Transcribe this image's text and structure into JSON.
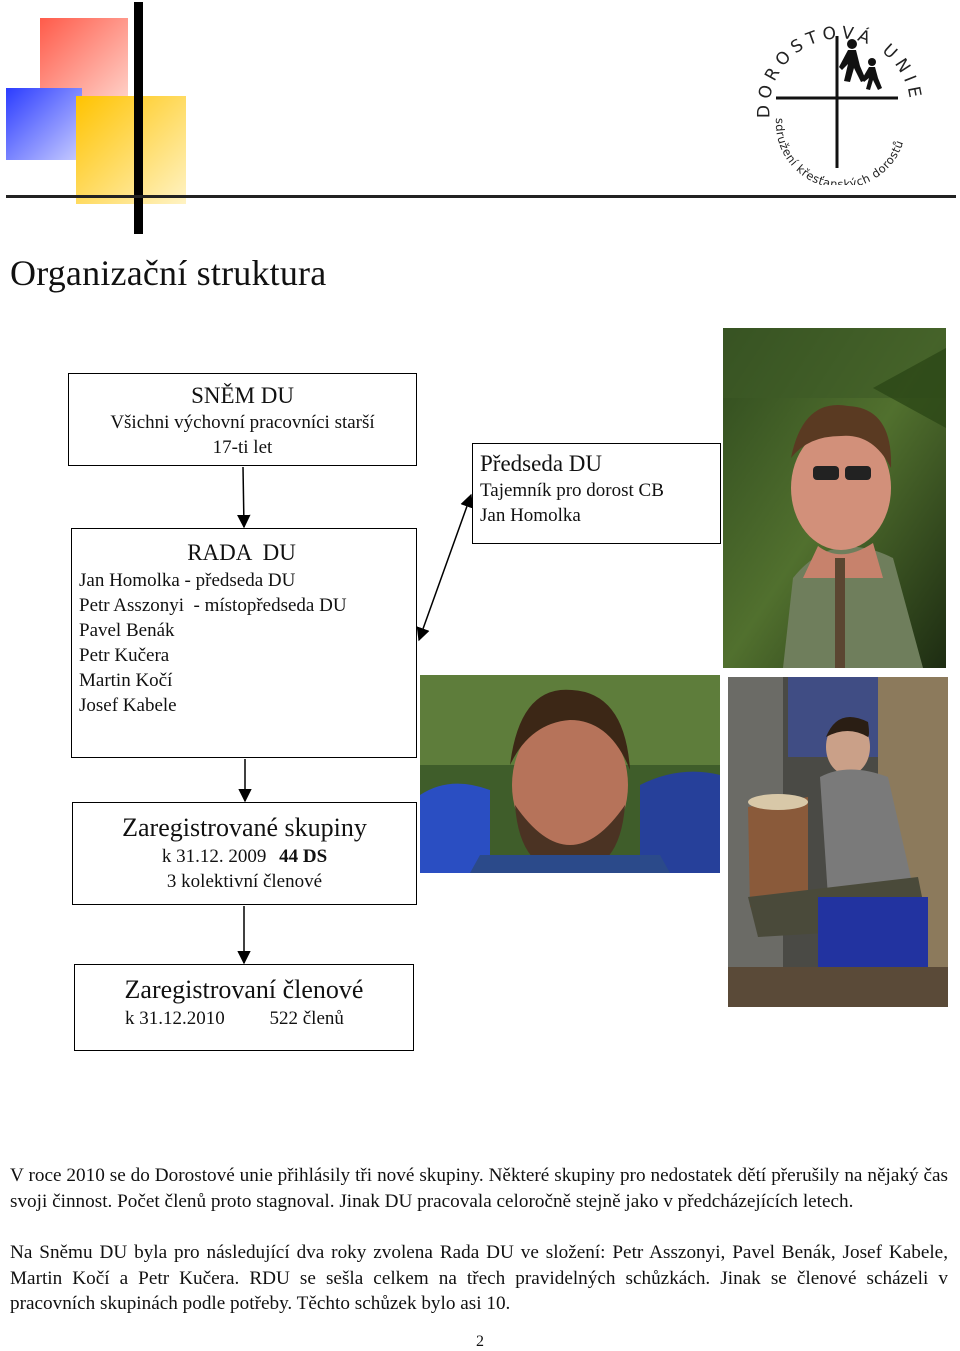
{
  "logo": {
    "text_top": "DOROSTOVÁ UNIE",
    "text_bottom": "sdružení křesťanských dorostů"
  },
  "page_title": "Organizační struktura",
  "org": {
    "snem": {
      "title": "SNĚM DU",
      "lines": [
        "Všichni výchovní pracovníci starší",
        "17-ti let"
      ]
    },
    "predseda": {
      "title": "Předseda DU",
      "lines": [
        "Tajemník pro dorost CB",
        "Jan Homolka"
      ]
    },
    "rada": {
      "title": "RADA  DU",
      "lines": [
        "Jan Homolka - předseda DU",
        "Petr Asszonyi  - místopředseda DU",
        "Pavel Benák",
        "Petr Kučera",
        "Martin Kočí",
        "Josef Kabele"
      ]
    },
    "skupiny": {
      "title": "Zaregistrované skupiny",
      "line1_date": "k 31.12. 2009",
      "line1_count": "44 DS",
      "line2": "3 kolektivní členové"
    },
    "clenove": {
      "title": "Zaregistrovaní členové",
      "date": "k 31.12.2010",
      "count": "522 členů"
    }
  },
  "paragraphs": [
    "V roce 2010 se do Dorostové unie přihlásily tři nové skupiny. Některé skupiny pro nedostatek dětí přerušily na nějaký čas svoji činnost. Počet členů proto stagnoval. Jinak DU pracovala celoročně stejně jako v předcházejících letech.",
    "Na Sněmu DU byla pro následující dva roky zvolena Rada DU ve složení: Petr Asszonyi, Pavel Benák, Josef Kabele, Martin Kočí a Petr Kučera. RDU se sešla celkem na třech pravidelných schůzkách. Jinak se členové scházeli v pracovních skupinách podle potřeby. Těchto schůzek bylo asi 10."
  ],
  "page_number": "2"
}
